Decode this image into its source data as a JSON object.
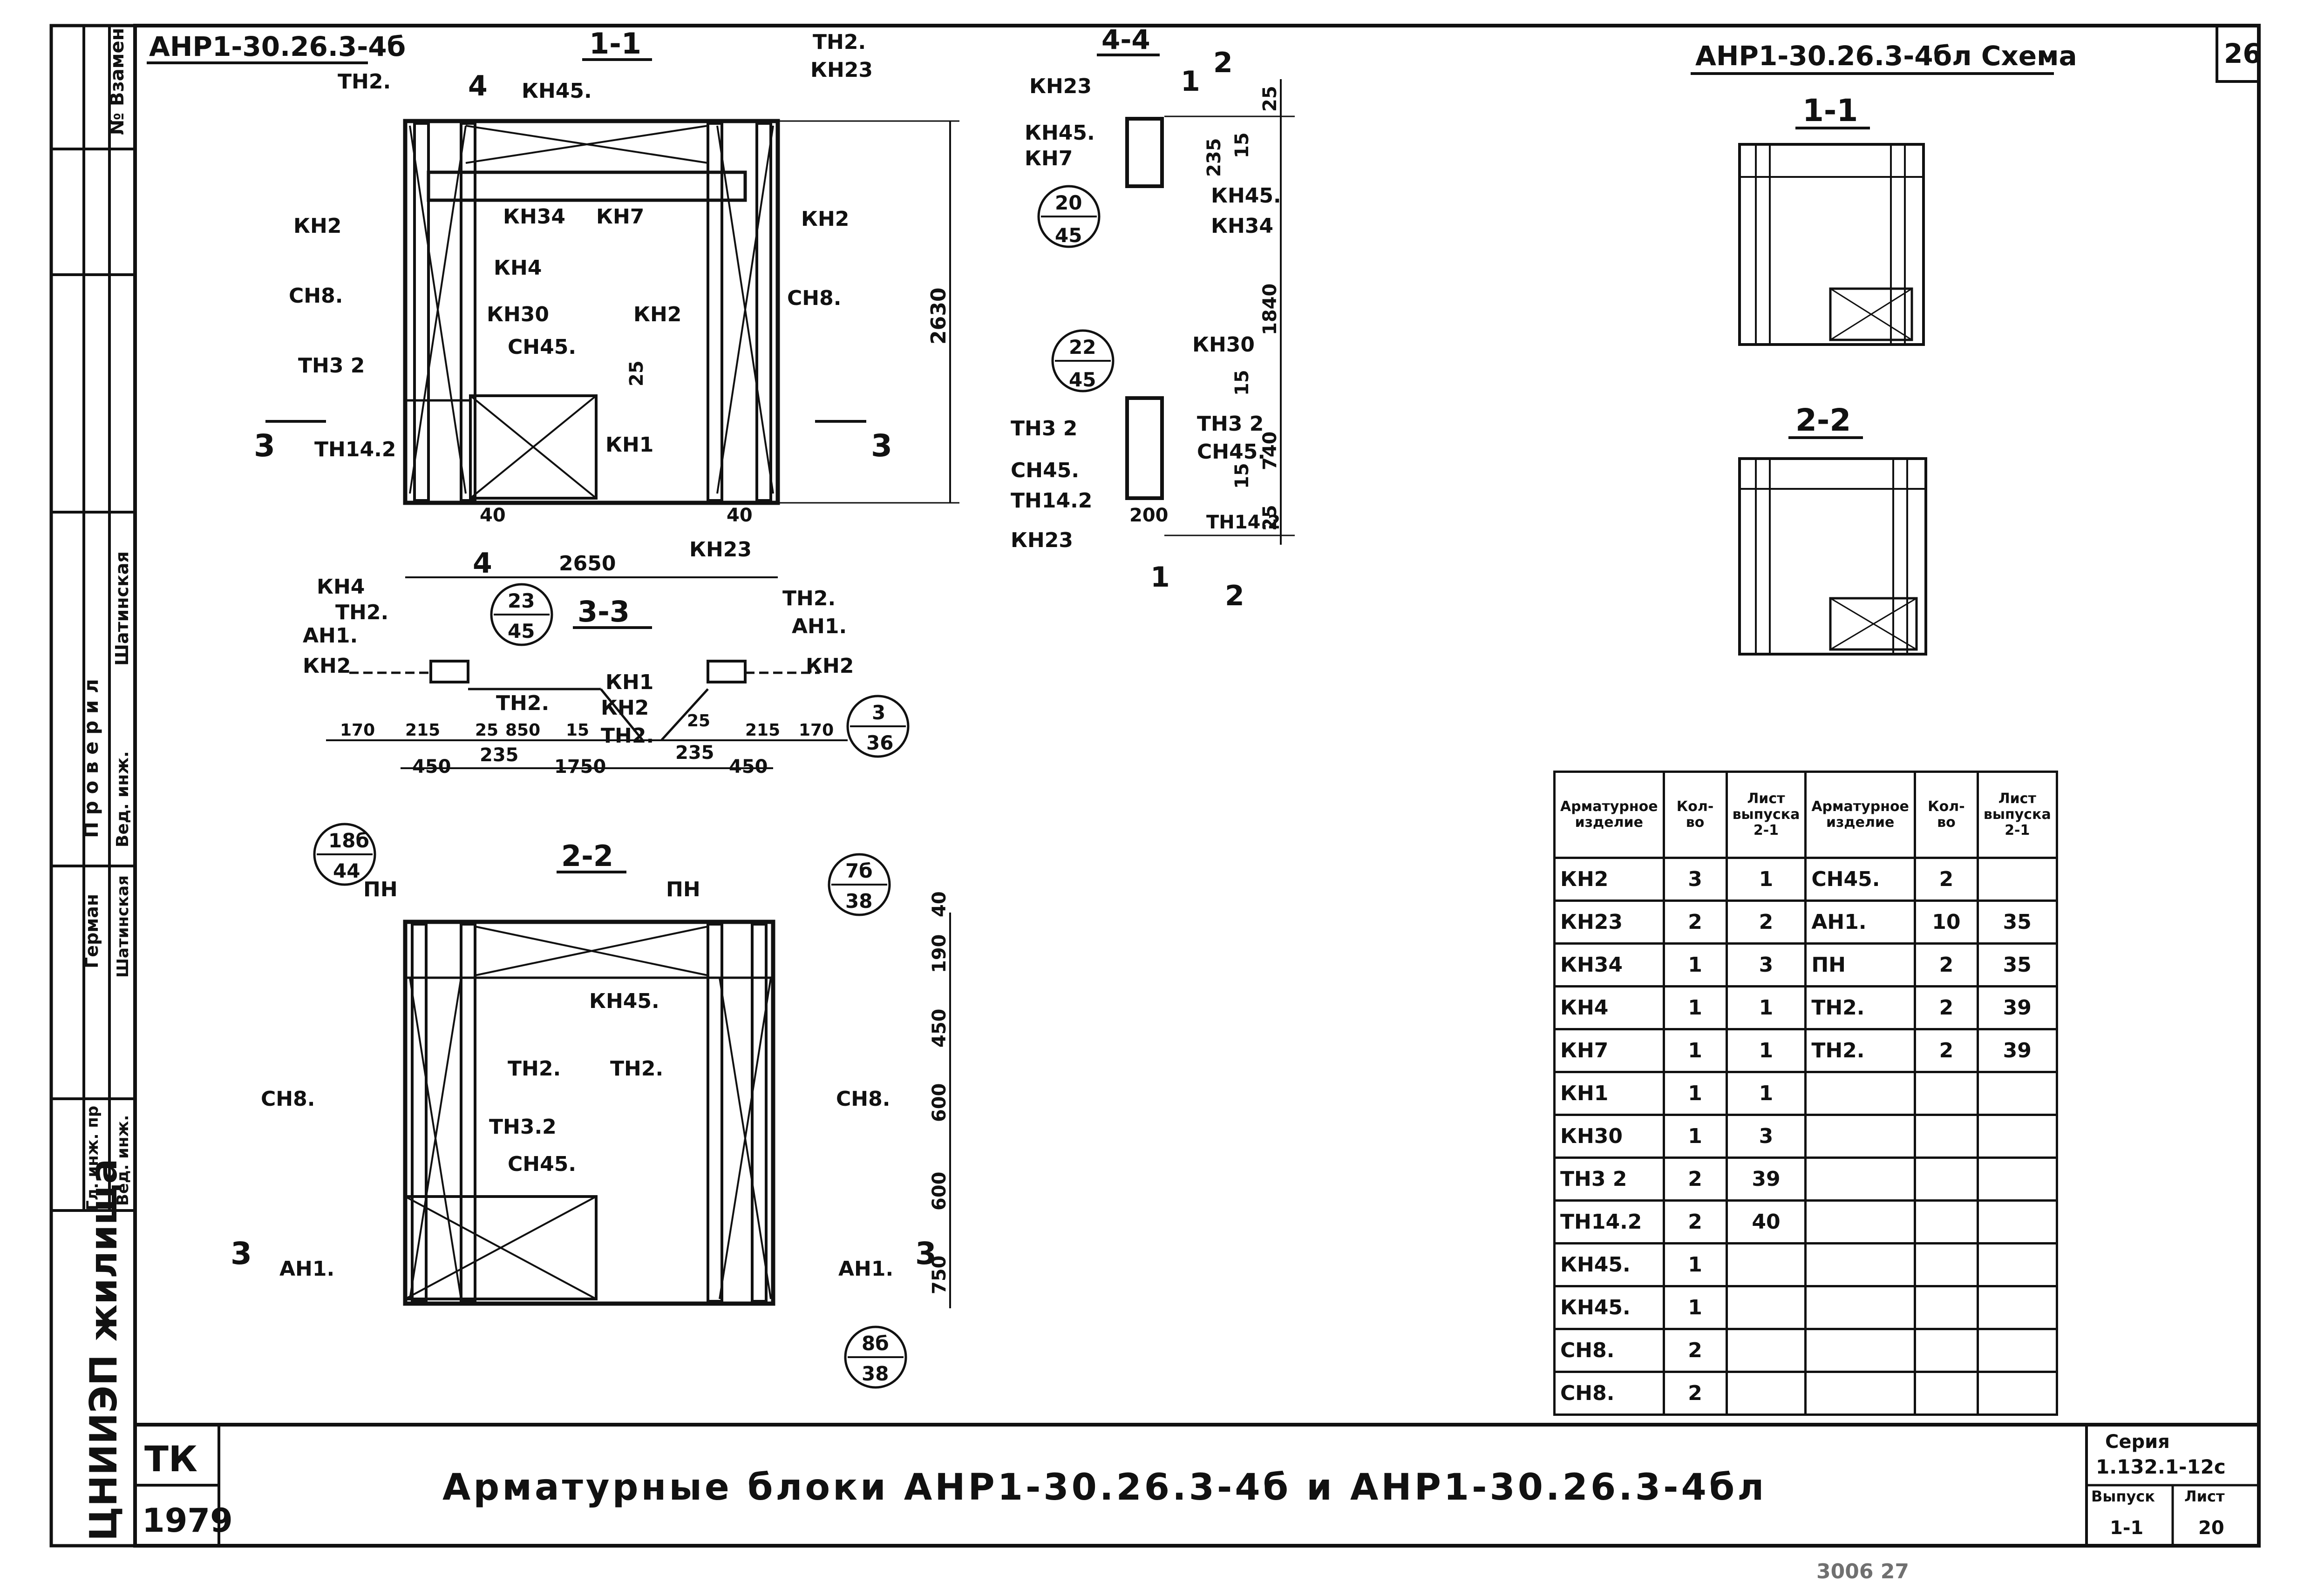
{
  "header": {
    "doc_code": "АНР1-30.26.3-4б",
    "scheme_title": "АНР1-30.26.3-4бл  Схема",
    "sheet_number": "26"
  },
  "side_stamp": {
    "vzamen": "№ Взамен",
    "proveril": "П р о в е р и л",
    "shatinskaya_1": "Шатинская",
    "ved_inzh_1": "Вед. инж.",
    "german": "Герман",
    "shatinskaya_2": "Шатинская",
    "gl_inzh": "Гл. инж. пр",
    "ved_inzh_2": "Вед. инж.",
    "org": "ЦНИИЭП жилища"
  },
  "views": {
    "section_1_1": {
      "title": "1-1",
      "labels": [
        "ТН2.",
        "КН45.",
        "ТН2.",
        "КН23",
        "КН34",
        "КН7",
        "КН2",
        "КН2",
        "КН4",
        "СН8.",
        "СН8.",
        "КН30",
        "КН2",
        "СН45.",
        "ТН3 2",
        "КН1",
        "ТН14.2",
        "КН23"
      ],
      "dims": [
        "2630",
        "2650",
        "40",
        "40",
        "25"
      ],
      "cut_marks": [
        "4",
        "4",
        "3",
        "3"
      ]
    },
    "section_4_4": {
      "title": "4-4",
      "labels": [
        "КН23",
        "КН45.",
        "КН7",
        "КН45.",
        "КН34",
        "КН30",
        "ТН3 2",
        "ТН3 2",
        "СН45.",
        "СН45.",
        "ТН14.2",
        "ТН14.2",
        "КН23"
      ],
      "dims": [
        "25",
        "235",
        "15",
        "1840",
        "15",
        "740",
        "15",
        "25",
        "200"
      ],
      "callouts": [
        {
          "top": "20",
          "bottom": "45"
        },
        {
          "top": "22",
          "bottom": "45"
        }
      ],
      "cut_marks": [
        "1",
        "2",
        "1",
        "2"
      ]
    },
    "section_3_3": {
      "title": "3-3",
      "labels": [
        "КН4",
        "ТН2.",
        "АН1.",
        "КН2",
        "ТН2.",
        "КН1",
        "КН2",
        "ТН2.",
        "ТН2.",
        "АН1.",
        "КН2"
      ],
      "dims": [
        "170",
        "215",
        "25",
        "850",
        "15",
        "25",
        "215",
        "170",
        "450",
        "235",
        "1750",
        "235",
        "450"
      ],
      "callouts": [
        {
          "top": "23",
          "bottom": "45"
        },
        {
          "top": "3",
          "bottom": "36"
        }
      ]
    },
    "section_2_2": {
      "title": "2-2",
      "labels": [
        "ПН",
        "ПН",
        "КН45.",
        "ТН2.",
        "ТН2.",
        "СН8.",
        "СН8.",
        "ТН3.2",
        "СН45.",
        "АН1.",
        "АН1."
      ],
      "dims": [
        "40",
        "190",
        "450",
        "600",
        "600",
        "750"
      ],
      "callouts": [
        {
          "top": "18б",
          "bottom": "44"
        },
        {
          "top": "7б",
          "bottom": "38"
        },
        {
          "top": "8б",
          "bottom": "38"
        }
      ],
      "cut_marks": [
        "3",
        "3"
      ]
    },
    "scheme_1_1": {
      "title": "1-1"
    },
    "scheme_2_2": {
      "title": "2-2"
    }
  },
  "table": {
    "headers": [
      "Арматурное изделие",
      "Кол-во",
      "Лист выпуска 2-1",
      "Арматурное изделие",
      "Кол-во",
      "Лист выпуска 2-1"
    ],
    "rows": [
      [
        "КН2",
        "3",
        "1",
        "СН45.",
        "2",
        ""
      ],
      [
        "КН23",
        "2",
        "2",
        "АН1.",
        "10",
        "35"
      ],
      [
        "КН34",
        "1",
        "3",
        "ПН",
        "2",
        "35"
      ],
      [
        "КН4",
        "1",
        "1",
        "ТН2.",
        "2",
        "39"
      ],
      [
        "КН7",
        "1",
        "1",
        "ТН2.",
        "2",
        "39"
      ],
      [
        "КН1",
        "1",
        "1",
        "",
        "",
        ""
      ],
      [
        "КН30",
        "1",
        "3",
        "",
        "",
        ""
      ],
      [
        "ТН3 2",
        "2",
        "39",
        "",
        "",
        ""
      ],
      [
        "ТН14.2",
        "2",
        "40",
        "",
        "",
        ""
      ],
      [
        "КН45.",
        "1",
        "",
        "",
        "",
        ""
      ],
      [
        "КН45.",
        "1",
        "",
        "",
        "",
        ""
      ],
      [
        "СН8.",
        "2",
        "",
        "",
        "",
        ""
      ],
      [
        "СН8.",
        "2",
        "",
        "",
        "",
        ""
      ]
    ]
  },
  "title_block": {
    "code": "ТК",
    "year": "1979",
    "title": "Арматурные блоки АНР1-30.26.3-4б и АНР1-30.26.3-4бл",
    "series_label": "Серия",
    "series_value": "1.132.1-12с",
    "issue_label": "Выпуск",
    "issue_value": "1-1",
    "sheet_label": "Лист",
    "sheet_value": "20"
  },
  "footer_note": "3006  27"
}
